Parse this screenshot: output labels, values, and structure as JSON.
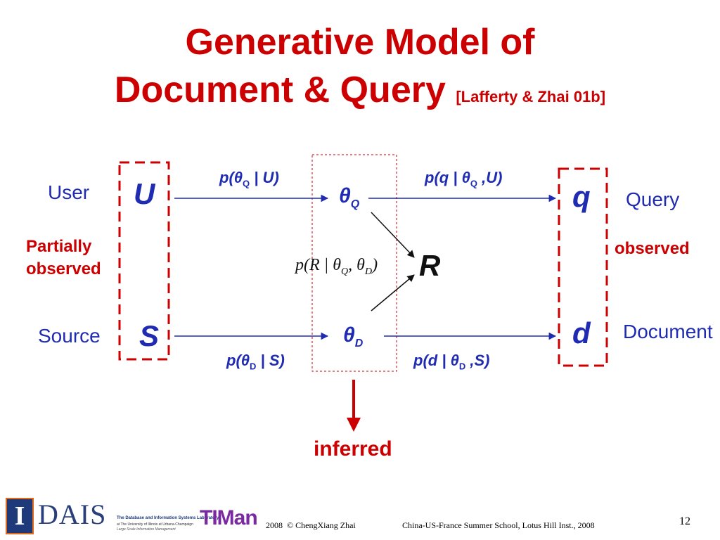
{
  "title": {
    "line1": "Generative Model of",
    "line2": "Document & Query",
    "citation": "[Lafferty & Zhai 01b]"
  },
  "diagram": {
    "left_labels": {
      "user": "User",
      "source": "Source",
      "partially_observed": "Partially observed"
    },
    "right_labels": {
      "query": "Query",
      "document": "Document",
      "observed": "observed"
    },
    "nodes": {
      "U": "U",
      "S": "S",
      "q": "q",
      "d": "d",
      "R": "R"
    },
    "theta": {
      "symbol": "θ",
      "sub_Q": "Q",
      "sub_D": "D"
    },
    "edges": {
      "p_thetaQ_given_U": {
        "pre": "p(",
        "theta": "θ",
        "sub": "Q",
        "post": " | U)"
      },
      "p_q_given": {
        "pre": "p(q | ",
        "theta": "θ",
        "sub": "Q",
        "post": " ,U)"
      },
      "p_thetaD_given_S": {
        "pre": "p(",
        "theta": "θ",
        "sub": "D",
        "post": " | S)"
      },
      "p_d_given": {
        "pre": "p(d | ",
        "theta": "θ",
        "sub": "D",
        "post": " ,S)"
      }
    },
    "relevance": {
      "pre": "p(R | ",
      "theta": "θ",
      "sub1": "Q",
      "mid": ", ",
      "sub2": "D",
      "post": ")"
    },
    "inferred": "inferred",
    "colors": {
      "blue": "#1f2bb0",
      "red": "#cc0000"
    }
  },
  "footer": {
    "lab_name": "The Database and Information Systems Laboratory",
    "lab_sub": "at The University of Illinois at Urbana-Champaign",
    "lab_sub2": "Large Scale Information Management",
    "logo_dais": "DAIS",
    "logo_timan": "TIMan",
    "logo_i": "I",
    "year": "2008",
    "copyright": "© ChengXiang Zhai",
    "event": "China-US-France Summer School, Lotus Hill Inst., 2008",
    "page": "12"
  }
}
